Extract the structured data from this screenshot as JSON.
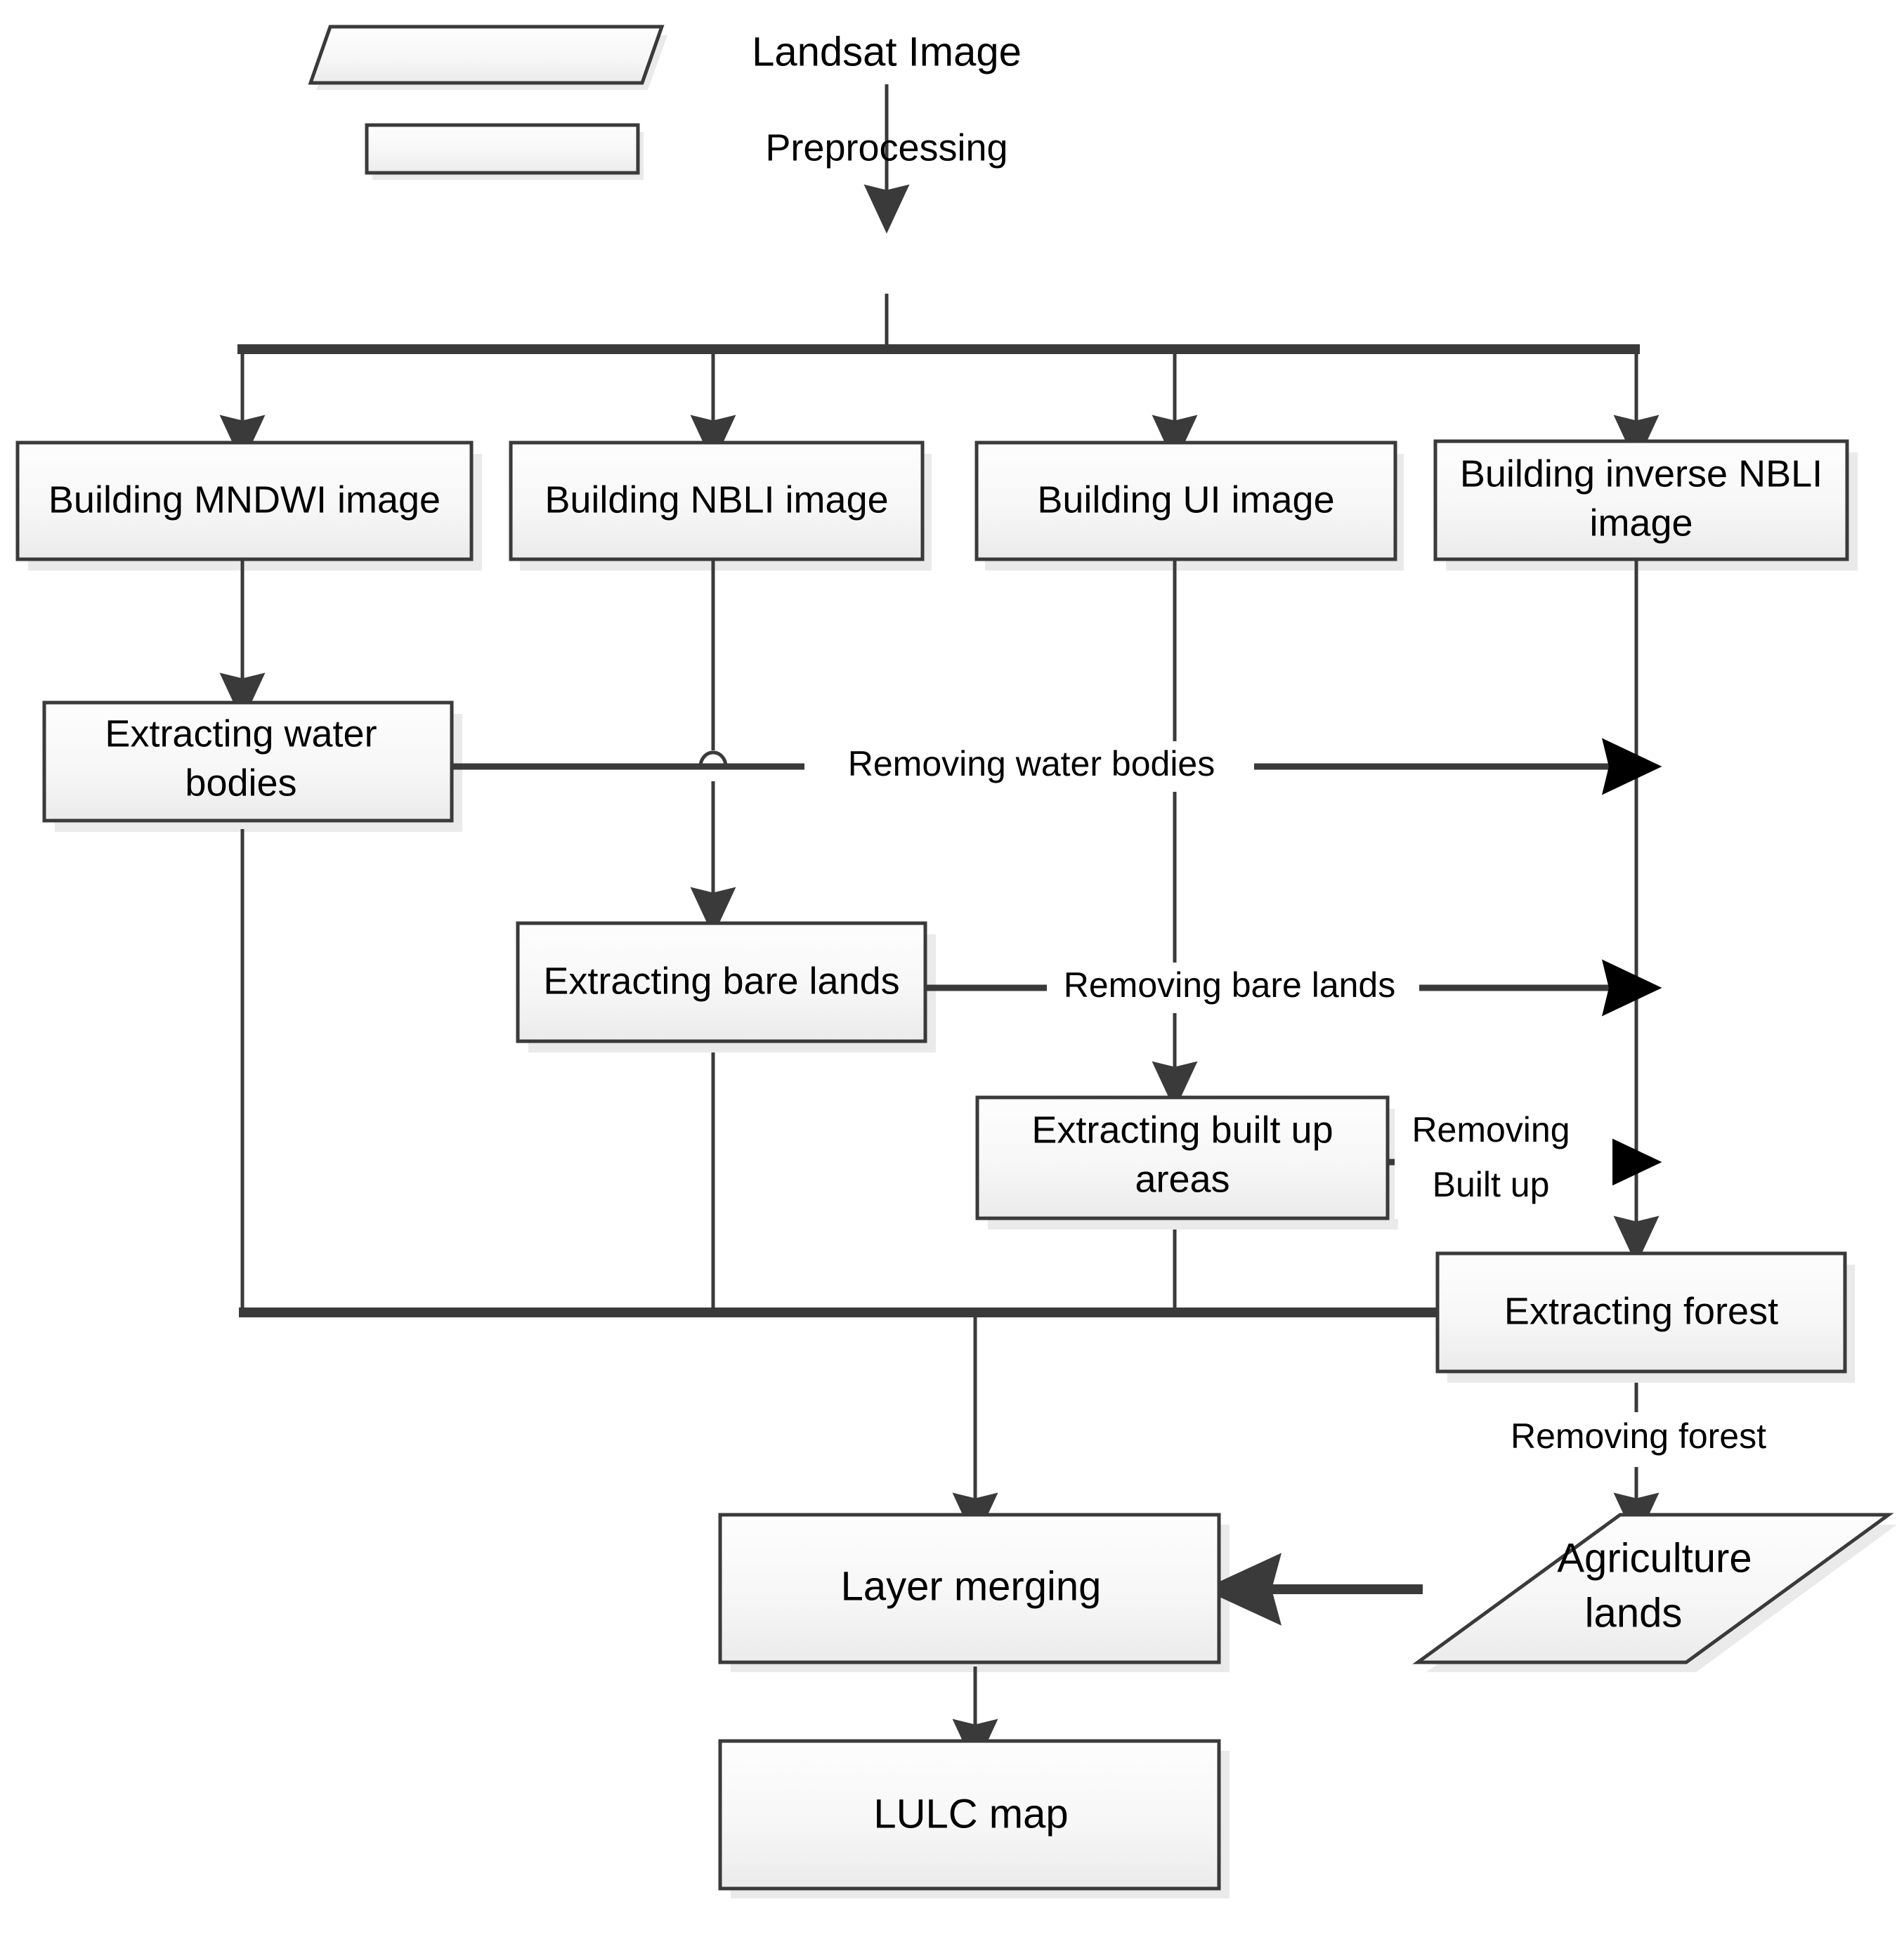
{
  "diagram": {
    "title": "LULC classification workflow flowchart",
    "colors": {
      "box_stroke": "#3a3a3a",
      "box_fill_top": "#fdfdfd",
      "box_fill_bottom": "#eeeeee",
      "shadow": "#d9d9d9",
      "text": "#000000",
      "background": "#ffffff"
    },
    "nodes": {
      "landsat_image": {
        "label": "Landsat Image",
        "shape": "parallelogram"
      },
      "preprocessing": {
        "label": "Preprocessing",
        "shape": "rectangle"
      },
      "building_mndwi": {
        "label": "Building MNDWI image",
        "shape": "rectangle"
      },
      "building_nbli": {
        "label": "Building NBLI image",
        "shape": "rectangle"
      },
      "building_ui": {
        "label": "Building UI image",
        "shape": "rectangle"
      },
      "building_inverse_nbli_line1": {
        "label": "Building inverse NBLI",
        "shape": "rectangle"
      },
      "building_inverse_nbli_line2": {
        "label": "image",
        "shape": "rectangle"
      },
      "extracting_water_line1": {
        "label": "Extracting water",
        "shape": "rectangle"
      },
      "extracting_water_line2": {
        "label": "bodies",
        "shape": "rectangle"
      },
      "extracting_bare": {
        "label": "Extracting  bare lands",
        "shape": "rectangle"
      },
      "extracting_builtup_line1": {
        "label": "Extracting  built up",
        "shape": "rectangle"
      },
      "extracting_builtup_line2": {
        "label": "areas",
        "shape": "rectangle"
      },
      "extracting_forest": {
        "label": "Extracting  forest",
        "shape": "rectangle"
      },
      "agriculture_lands_line1": {
        "label": "Agriculture",
        "shape": "parallelogram"
      },
      "agriculture_lands_line2": {
        "label": "lands",
        "shape": "parallelogram"
      },
      "layer_merging": {
        "label": "Layer merging",
        "shape": "rectangle"
      },
      "lulc_map": {
        "label": "LULC map",
        "shape": "rectangle"
      }
    },
    "edge_labels": {
      "removing_water_bodies": "Removing water bodies",
      "removing_bare_lands": "Removing bare lands",
      "removing_builtup_line1": "Removing",
      "removing_builtup_line2": "Built up",
      "removing_forest": "Removing forest"
    }
  }
}
